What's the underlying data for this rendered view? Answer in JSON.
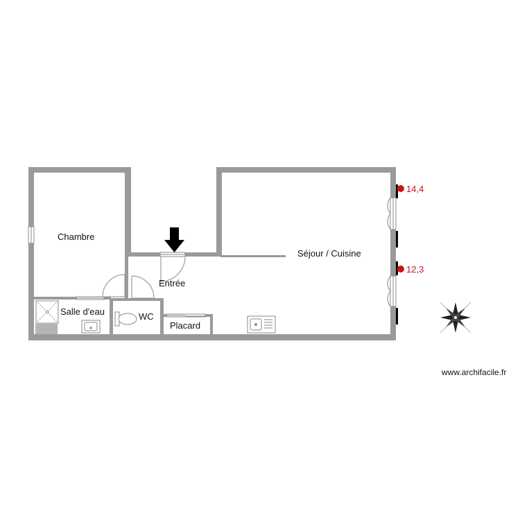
{
  "rooms": {
    "chambre": "Chambre",
    "sejour": "Séjour / Cuisine",
    "entree": "Entrée",
    "salle_eau": "Salle d'eau",
    "wc": "WC",
    "placard": "Placard"
  },
  "measurements": [
    {
      "value": "14,4"
    },
    {
      "value": "12,3"
    }
  ],
  "credit": "www.archifacile.fr",
  "colors": {
    "wall": "#9a9a9a",
    "fixture_stroke": "#8a8a8a",
    "measurement": "#c8141e",
    "entry_arrow": "#000000"
  },
  "icons": {
    "entry": "entry-arrow-icon",
    "compass": "compass-rose-icon",
    "measure_marker": "measurement-dot-icon"
  }
}
